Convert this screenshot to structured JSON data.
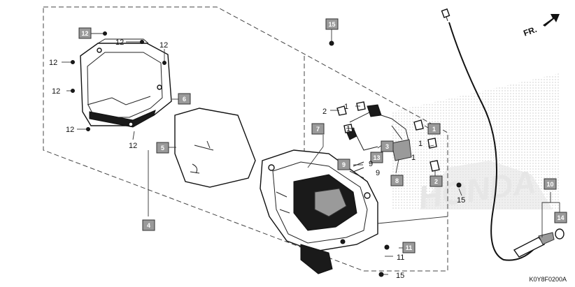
{
  "callouts_boxed": [
    "12",
    "15",
    "6",
    "5",
    "7",
    "3",
    "13",
    "9",
    "8",
    "1",
    "2",
    "4",
    "11",
    "10",
    "14"
  ],
  "callouts_plain": {
    "c12": "12",
    "c1": "1",
    "c2": "2",
    "c15": "15",
    "c9": "9",
    "c11": "11"
  },
  "direction_label": "FR.",
  "watermark": "HONDA",
  "diagram_code": "K0Y8F0200A",
  "colors": {
    "box_fill": "#5a5a5a",
    "ink": "#111111",
    "watermark": "#e4e4e4"
  }
}
